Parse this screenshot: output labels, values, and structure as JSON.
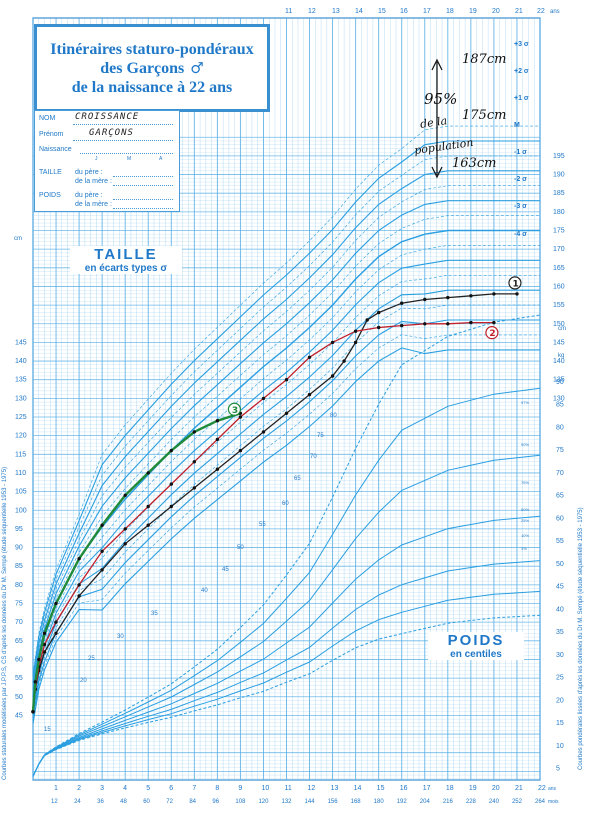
{
  "header": {
    "title_line1": "Itinéraires staturo-pondéraux",
    "title_line2": "des Garçons",
    "title_symbol": "♂",
    "title_line3": "de la naissance à 22 ans"
  },
  "identity": {
    "nom_label": "NOM",
    "nom_value": "CROISSANCE",
    "prenom_label": "Prénom",
    "prenom_value": "GARÇONS",
    "naissance_label": "Naissance",
    "naissance_marks": [
      "J",
      "M",
      "A"
    ],
    "taille_label": "TAILLE",
    "poids_label": "POIDS",
    "pere_label": "du père :",
    "mere_label": "de la mère :"
  },
  "sections": {
    "taille_title": "TAILLE",
    "taille_sub": "en écarts types σ",
    "poids_title": "POIDS",
    "poids_sub": "en centiles"
  },
  "annotations": {
    "pct": "95%",
    "de_la": "de la",
    "population": "population",
    "h187": "187cm",
    "h175": "175cm",
    "h163": "163cm"
  },
  "margin_notes": {
    "left": "Courbes staturales modélisées par J.P.P.S, CS d'après les données du Dr M. Sempé (étude séquentielle 1953 - 1975)",
    "right": "Courbes pondérales lissées d'après les données du Dr M. Sempé (étude séquentielle 1953 - 1975)"
  },
  "chart_data": {
    "type": "line",
    "top_axis": {
      "ticks": [
        "11",
        "12",
        "13",
        "14",
        "15",
        "16",
        "17",
        "18",
        "19",
        "20",
        "21",
        "22"
      ],
      "unit": "ans"
    },
    "bottom_axis": {
      "years": [
        "1",
        "2",
        "3",
        "4",
        "5",
        "6",
        "7",
        "8",
        "9",
        "10",
        "11",
        "12",
        "13",
        "14",
        "15",
        "16",
        "17",
        "18",
        "19",
        "20",
        "21",
        "22"
      ],
      "months": [
        "12",
        "24",
        "36",
        "48",
        "60",
        "72",
        "84",
        "96",
        "108",
        "120",
        "132",
        "144",
        "156",
        "168",
        "180",
        "192",
        "204",
        "216",
        "228",
        "240",
        "252",
        "264"
      ],
      "year_unit": "ans",
      "month_unit": "mois"
    },
    "height_axis_left": {
      "unit": "cm",
      "ticks": [
        "145",
        "140",
        "135",
        "130",
        "125",
        "120",
        "115",
        "110",
        "105",
        "100",
        "95",
        "90",
        "85",
        "80",
        "75",
        "70",
        "65",
        "60",
        "55",
        "50",
        "45"
      ]
    },
    "height_axis_right": {
      "unit": "cm",
      "ticks": [
        "195",
        "190",
        "185",
        "180",
        "175",
        "170",
        "165",
        "160",
        "155",
        "150",
        "145",
        "140",
        "135",
        "130"
      ]
    },
    "weight_axis_right": {
      "unit": "kg",
      "ticks": [
        "90",
        "85",
        "80",
        "75",
        "70",
        "65",
        "60",
        "55",
        "50",
        "45",
        "40",
        "35",
        "30",
        "25",
        "20",
        "15",
        "10",
        "5"
      ]
    },
    "sd_labels": [
      "+3 σ",
      "+2 σ",
      "+1 σ",
      "M",
      "-1 σ",
      "-2 σ",
      "-3 σ",
      "-4 σ"
    ],
    "centile_labels": [
      "97%",
      "90%",
      "75%",
      "50%",
      "25%",
      "10%",
      "3%"
    ],
    "inner_weight_labels": [
      "80",
      "75",
      "70",
      "65",
      "60",
      "55",
      "50",
      "45",
      "40",
      "35",
      "30",
      "25",
      "20",
      "15"
    ],
    "height_sd": {
      "ages": [
        0,
        0.25,
        0.5,
        1,
        2,
        3,
        4,
        5,
        6,
        7,
        8,
        9,
        10,
        11,
        12,
        13,
        14,
        15,
        16,
        17,
        18,
        19,
        20,
        21,
        22
      ],
      "median": [
        50,
        60,
        66,
        75,
        87,
        95.5,
        103,
        109.5,
        116,
        122,
        127.5,
        133,
        138.5,
        143.5,
        149,
        155,
        162,
        168,
        172,
        174,
        175,
        175,
        175,
        175,
        175
      ]
    },
    "series": [
      {
        "name": "1",
        "color": "#222222",
        "points": [
          [
            0,
            46
          ],
          [
            0.1,
            52
          ],
          [
            0.25,
            57
          ],
          [
            0.5,
            62
          ],
          [
            1,
            67
          ],
          [
            2,
            77
          ],
          [
            3,
            84
          ],
          [
            4,
            91
          ],
          [
            5,
            96
          ],
          [
            6,
            101
          ],
          [
            7,
            106
          ],
          [
            8,
            111
          ],
          [
            9,
            116
          ],
          [
            10,
            121
          ],
          [
            11,
            126
          ],
          [
            12,
            131
          ],
          [
            13,
            136
          ],
          [
            13.5,
            140
          ],
          [
            14,
            145
          ],
          [
            14.5,
            151
          ],
          [
            15,
            153
          ],
          [
            16,
            155.5
          ],
          [
            17,
            156.5
          ],
          [
            18,
            157
          ],
          [
            19,
            157.5
          ],
          [
            20,
            158
          ],
          [
            21,
            158
          ]
        ]
      },
      {
        "name": "2",
        "color": "#c0202a",
        "points": [
          [
            0,
            46
          ],
          [
            0.1,
            52
          ],
          [
            0.25,
            58
          ],
          [
            0.5,
            64
          ],
          [
            1,
            70
          ],
          [
            2,
            80
          ],
          [
            3,
            89
          ],
          [
            4,
            95
          ],
          [
            5,
            101
          ],
          [
            6,
            107
          ],
          [
            7,
            113
          ],
          [
            8,
            119
          ],
          [
            9,
            125
          ],
          [
            10,
            130
          ],
          [
            11,
            135
          ],
          [
            12,
            141
          ],
          [
            13,
            145
          ],
          [
            14,
            148
          ],
          [
            15,
            149
          ],
          [
            16,
            149.5
          ],
          [
            17,
            150
          ],
          [
            18,
            150
          ],
          [
            19,
            150.3
          ],
          [
            20,
            150.3
          ]
        ]
      },
      {
        "name": "3",
        "color": "#1f8a3a",
        "points": [
          [
            0,
            46
          ],
          [
            0.1,
            54
          ],
          [
            0.25,
            60
          ],
          [
            0.5,
            67
          ],
          [
            1,
            75
          ],
          [
            2,
            87
          ],
          [
            3,
            96
          ],
          [
            4,
            104
          ],
          [
            5,
            110
          ],
          [
            6,
            116
          ],
          [
            7,
            121
          ],
          [
            8,
            124
          ],
          [
            9,
            126
          ]
        ]
      }
    ]
  }
}
